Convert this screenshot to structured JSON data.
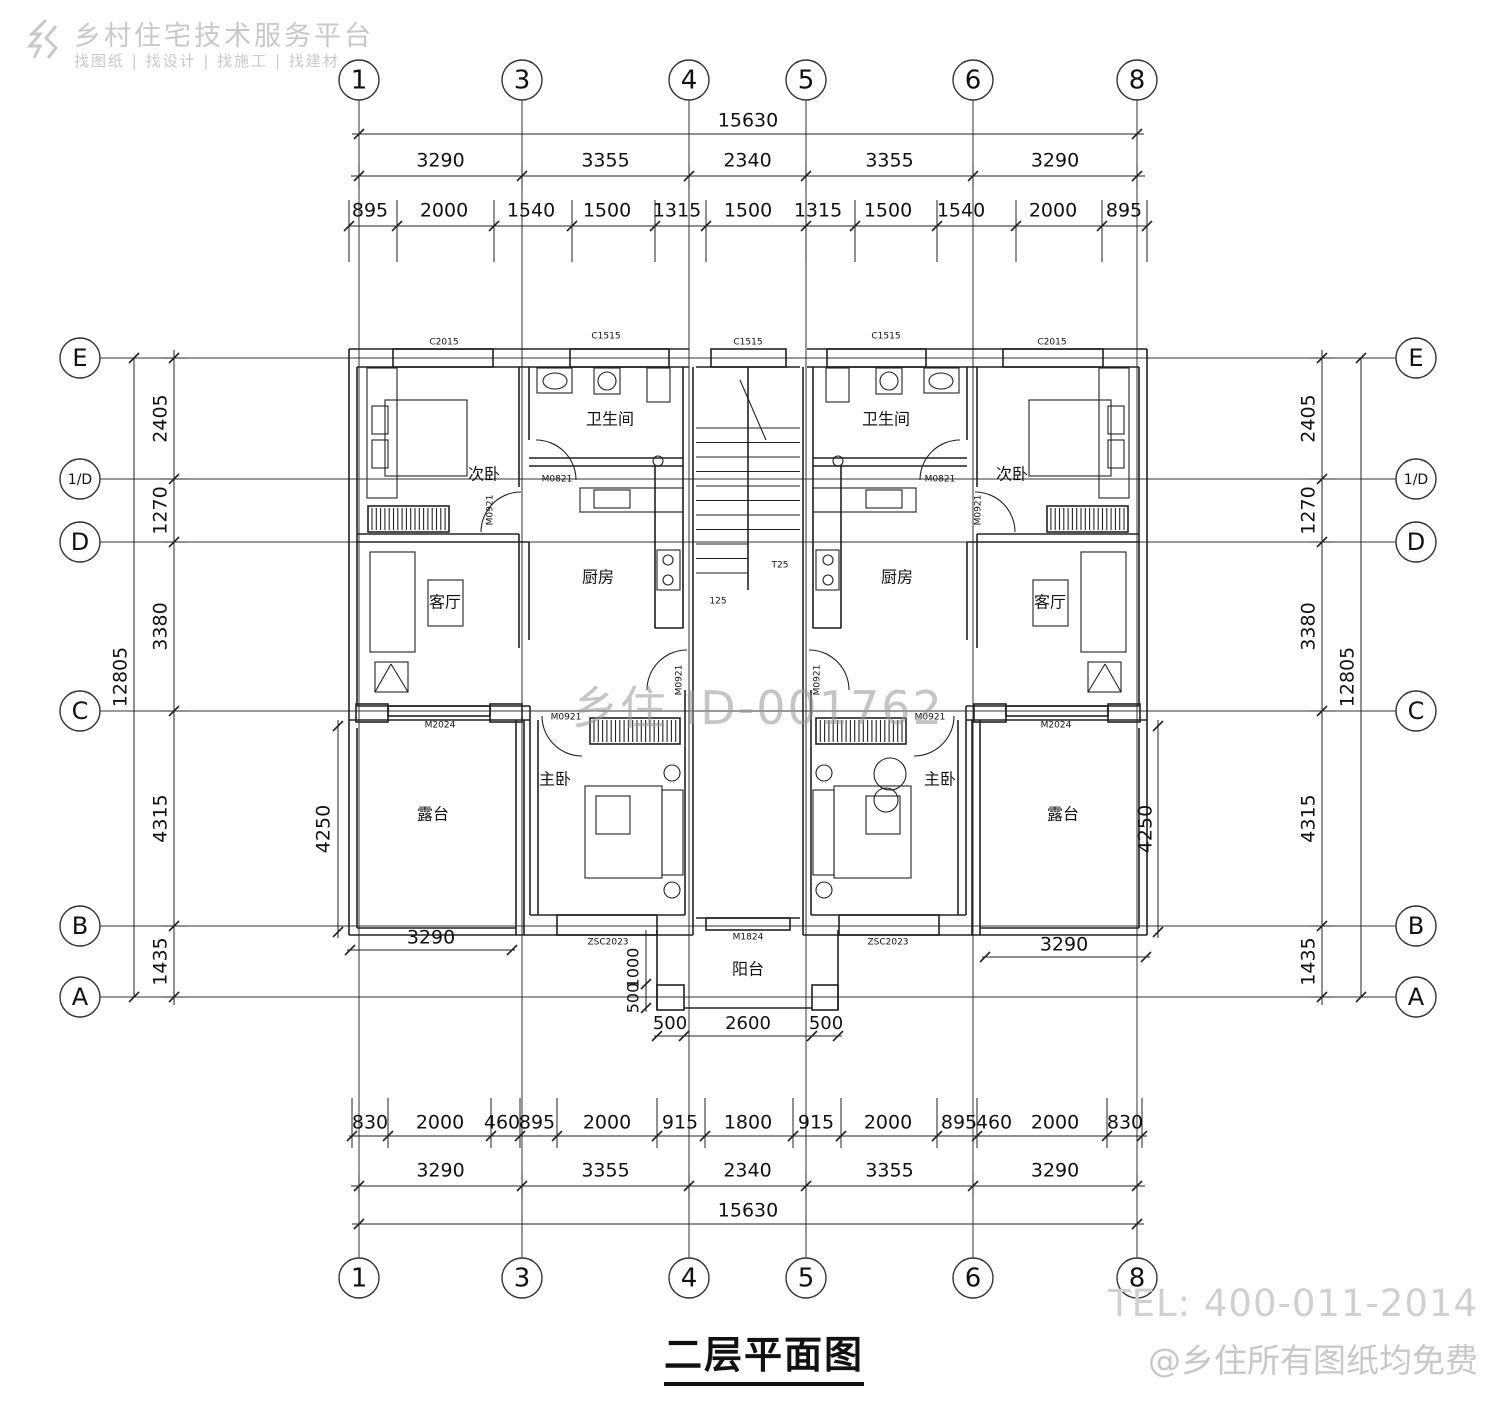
{
  "watermark": {
    "brand": "乡村住宅技术服务平台",
    "tagline": "找图纸 | 找设计 | 找施工 | 找建材",
    "id_mark": "乡住 ID-001762",
    "tel": "TEL: 400-011-2014",
    "free_note": "@乡住所有图纸均免费"
  },
  "title": "二层平面图",
  "grid_axes": {
    "vertical": [
      "1",
      "3",
      "4",
      "5",
      "6",
      "8"
    ],
    "horizontal": [
      "E",
      "1/D",
      "D",
      "C",
      "B",
      "A"
    ]
  },
  "dimensions": {
    "top_total": "15630",
    "top_bays": [
      "3290",
      "3355",
      "2340",
      "3355",
      "3290"
    ],
    "top_details": [
      "895",
      "2000",
      "1540",
      "1500",
      "1315",
      "1500",
      "1315",
      "1500",
      "1540",
      "2000",
      "895"
    ],
    "bottom_details": [
      "830",
      "2000",
      "460",
      "895",
      "2000",
      "915",
      "1800",
      "915",
      "2000",
      "895",
      "460",
      "2000",
      "830"
    ],
    "bottom_bays": [
      "3290",
      "3355",
      "2340",
      "3355",
      "3290"
    ],
    "bottom_total": "15630",
    "side_rows": [
      "2405",
      "1270",
      "3380",
      "4315",
      "1435"
    ],
    "side_total": "12805",
    "terrace_width": "3290",
    "terrace_depth": "4250",
    "balcony_widths": [
      "500",
      "2600",
      "500"
    ],
    "balcony_depths": [
      "500",
      "1000"
    ]
  },
  "rooms": {
    "secondary_bedroom": "次卧",
    "bathroom": "卫生间",
    "kitchen": "厨房",
    "living_room": "客厅",
    "master_bedroom": "主卧",
    "terrace": "露台",
    "balcony": "阳台"
  },
  "openings": {
    "window_c2015": "C2015",
    "window_c1515": "C1515",
    "door_m0821": "M0821",
    "door_m0921": "M0921",
    "door_m2024": "M2024",
    "window_zsc2023": "ZSC2023",
    "door_m1824": "M1824"
  },
  "stair": {
    "flight_a": "T25",
    "flight_b": "125"
  }
}
